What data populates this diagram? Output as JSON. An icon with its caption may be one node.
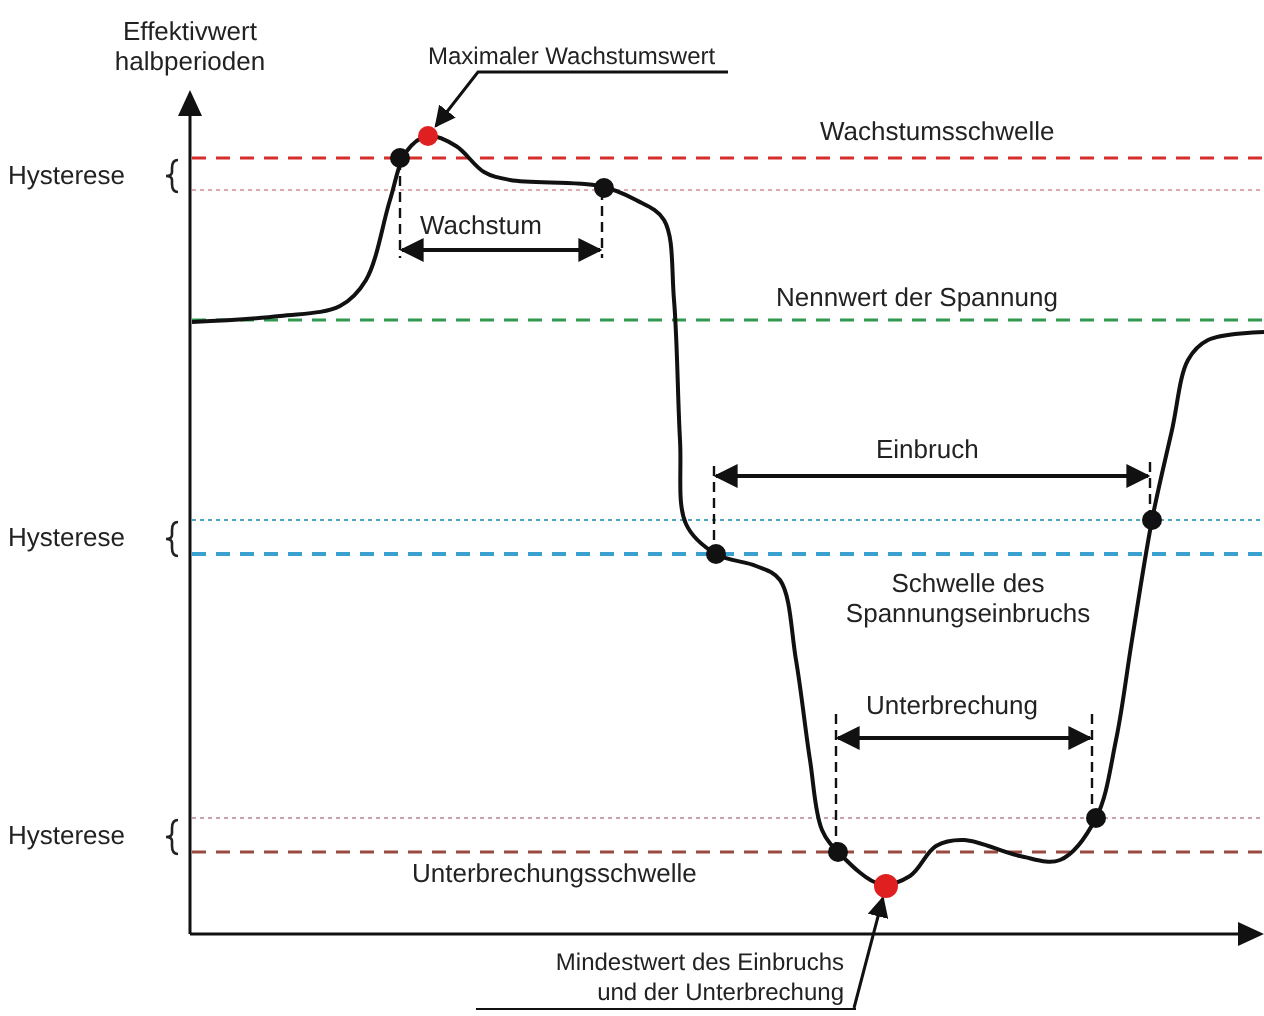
{
  "diagram": {
    "nodes": [
      {
        "text": [
          "Maximaler Wachstumswert"
        ]
      },
      {
        "text": [],
        "shape": "circle"
      },
      {
        "text": [
          "Mindestwert des Einbruchs und der Unterbrechung"
        ]
      },
      {
        "text": [],
        "shape": "circle"
      }
    ],
    "edges": [
      {
        "from": 0,
        "to": 1,
        "arrow": "to"
      },
      {
        "from": 2,
        "to": 3,
        "arrow": "to"
      }
    ],
    "labels": [
      "Effektivwert halbperioden",
      "Hysterese",
      "Wachstumsschwelle",
      "Wachstum",
      "Nennwert der Spannung",
      "Einbruch",
      "Hysterese",
      "Schwelle des Spannungseinbruchs",
      "Unterbrechung",
      "Hysterese",
      "Unterbrechungsschwelle"
    ]
  }
}
